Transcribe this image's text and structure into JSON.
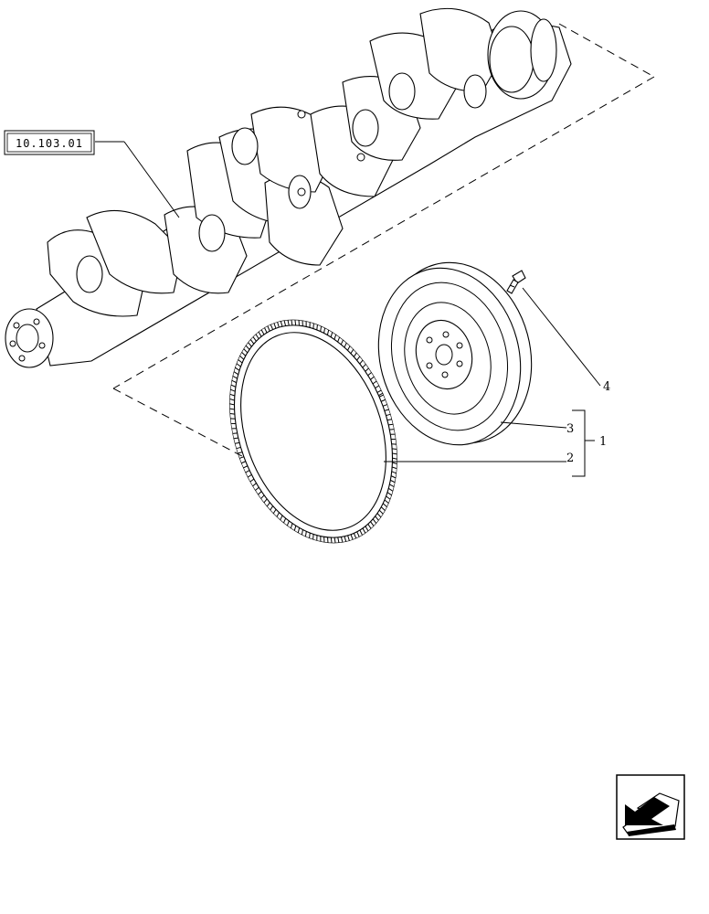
{
  "reference_label": "10.103.01",
  "callouts": {
    "bolt": "4",
    "flywheel": "3",
    "ring_gear": "2",
    "kit": "1"
  },
  "nav_icon": "next-page-arrow-icon",
  "colors": {
    "line": "#000000",
    "background": "#ffffff"
  }
}
